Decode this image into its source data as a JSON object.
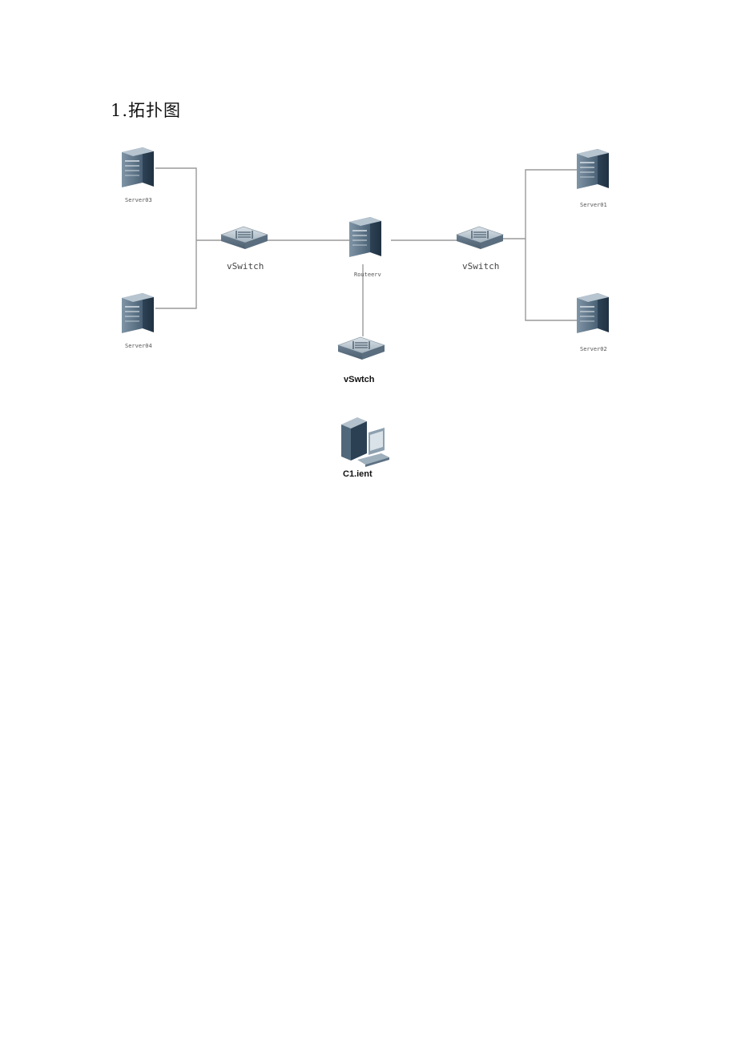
{
  "heading": "1.拓扑图",
  "nodes": {
    "server_top_left": "Server03",
    "server_bottom_left": "Server04",
    "vswitch_left": "vSwitch",
    "router": "Routeerv",
    "vswitch_right": "vSwitch",
    "server_top_right": "Server01",
    "server_bottom_right": "Server02",
    "vswitch_bottom": "vSwtch",
    "client": "C1.ient"
  },
  "icons": {
    "server": "server-tower-icon",
    "switch": "switch-icon",
    "client": "desktop-pc-icon"
  },
  "colors": {
    "device_dark": "#3e5568",
    "device_light": "#a9b8c4",
    "link": "#9a9a9a"
  }
}
